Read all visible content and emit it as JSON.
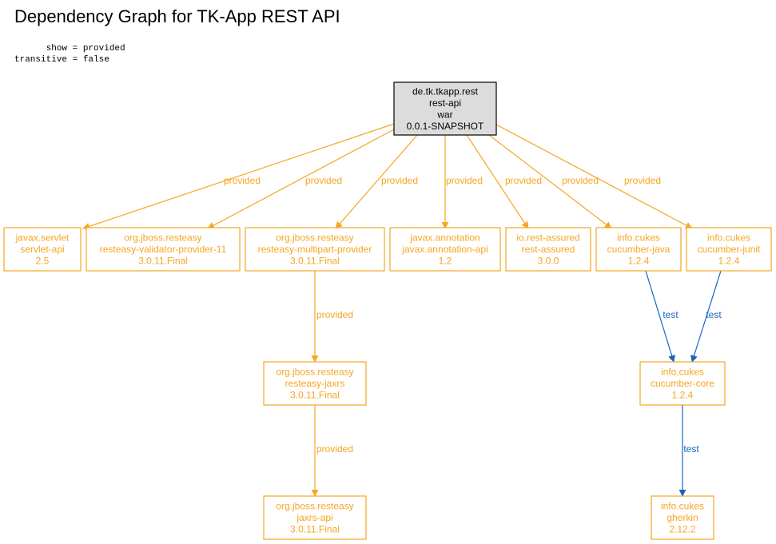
{
  "title": "Dependency Graph for TK-App REST API",
  "params": [
    "      show = provided",
    "transitive = false"
  ],
  "colors": {
    "provided": "#f5a623",
    "test": "#1565c0",
    "root_fill": "#dcdcdc"
  },
  "nodes": [
    {
      "id": "root",
      "kind": "root",
      "lines": [
        "de.tk.tkapp.rest",
        "rest-api",
        "war",
        "0.0.1-SNAPSHOT"
      ]
    },
    {
      "id": "servlet-api",
      "kind": "provided",
      "lines": [
        "javax.servlet",
        "servlet-api",
        "2.5"
      ]
    },
    {
      "id": "resteasy-validator",
      "kind": "provided",
      "lines": [
        "org.jboss.resteasy",
        "resteasy-validator-provider-11",
        "3.0.11.Final"
      ]
    },
    {
      "id": "resteasy-multipart",
      "kind": "provided",
      "lines": [
        "org.jboss.resteasy",
        "resteasy-multipart-provider",
        "3.0.11.Final"
      ]
    },
    {
      "id": "annotation-api",
      "kind": "provided",
      "lines": [
        "javax.annotation",
        "javax.annotation-api",
        "1.2"
      ]
    },
    {
      "id": "rest-assured",
      "kind": "provided",
      "lines": [
        "io.rest-assured",
        "rest-assured",
        "3.0.0"
      ]
    },
    {
      "id": "cucumber-java",
      "kind": "provided",
      "lines": [
        "info.cukes",
        "cucumber-java",
        "1.2.4"
      ]
    },
    {
      "id": "cucumber-junit",
      "kind": "provided",
      "lines": [
        "info.cukes",
        "cucumber-junit",
        "1.2.4"
      ]
    },
    {
      "id": "resteasy-jaxrs",
      "kind": "provided",
      "lines": [
        "org.jboss.resteasy",
        "resteasy-jaxrs",
        "3.0.11.Final"
      ]
    },
    {
      "id": "cucumber-core",
      "kind": "provided",
      "lines": [
        "info.cukes",
        "cucumber-core",
        "1.2.4"
      ]
    },
    {
      "id": "jaxrs-api",
      "kind": "provided",
      "lines": [
        "org.jboss.resteasy",
        "jaxrs-api",
        "3.0.11.Final"
      ]
    },
    {
      "id": "gherkin",
      "kind": "provided",
      "lines": [
        "info.cukes",
        "gherkin",
        "2.12.2"
      ]
    }
  ],
  "edges": [
    {
      "from": "root",
      "to": "servlet-api",
      "label": "provided",
      "kind": "provided"
    },
    {
      "from": "root",
      "to": "resteasy-validator",
      "label": "provided",
      "kind": "provided"
    },
    {
      "from": "root",
      "to": "resteasy-multipart",
      "label": "provided",
      "kind": "provided"
    },
    {
      "from": "root",
      "to": "annotation-api",
      "label": "provided",
      "kind": "provided"
    },
    {
      "from": "root",
      "to": "rest-assured",
      "label": "provided",
      "kind": "provided"
    },
    {
      "from": "root",
      "to": "cucumber-java",
      "label": "provided",
      "kind": "provided"
    },
    {
      "from": "root",
      "to": "cucumber-junit",
      "label": "provided",
      "kind": "provided"
    },
    {
      "from": "resteasy-multipart",
      "to": "resteasy-jaxrs",
      "label": "provided",
      "kind": "provided"
    },
    {
      "from": "resteasy-jaxrs",
      "to": "jaxrs-api",
      "label": "provided",
      "kind": "provided"
    },
    {
      "from": "cucumber-java",
      "to": "cucumber-core",
      "label": "test",
      "kind": "test"
    },
    {
      "from": "cucumber-junit",
      "to": "cucumber-core",
      "label": "test",
      "kind": "test"
    },
    {
      "from": "cucumber-core",
      "to": "gherkin",
      "label": "test",
      "kind": "test"
    }
  ]
}
